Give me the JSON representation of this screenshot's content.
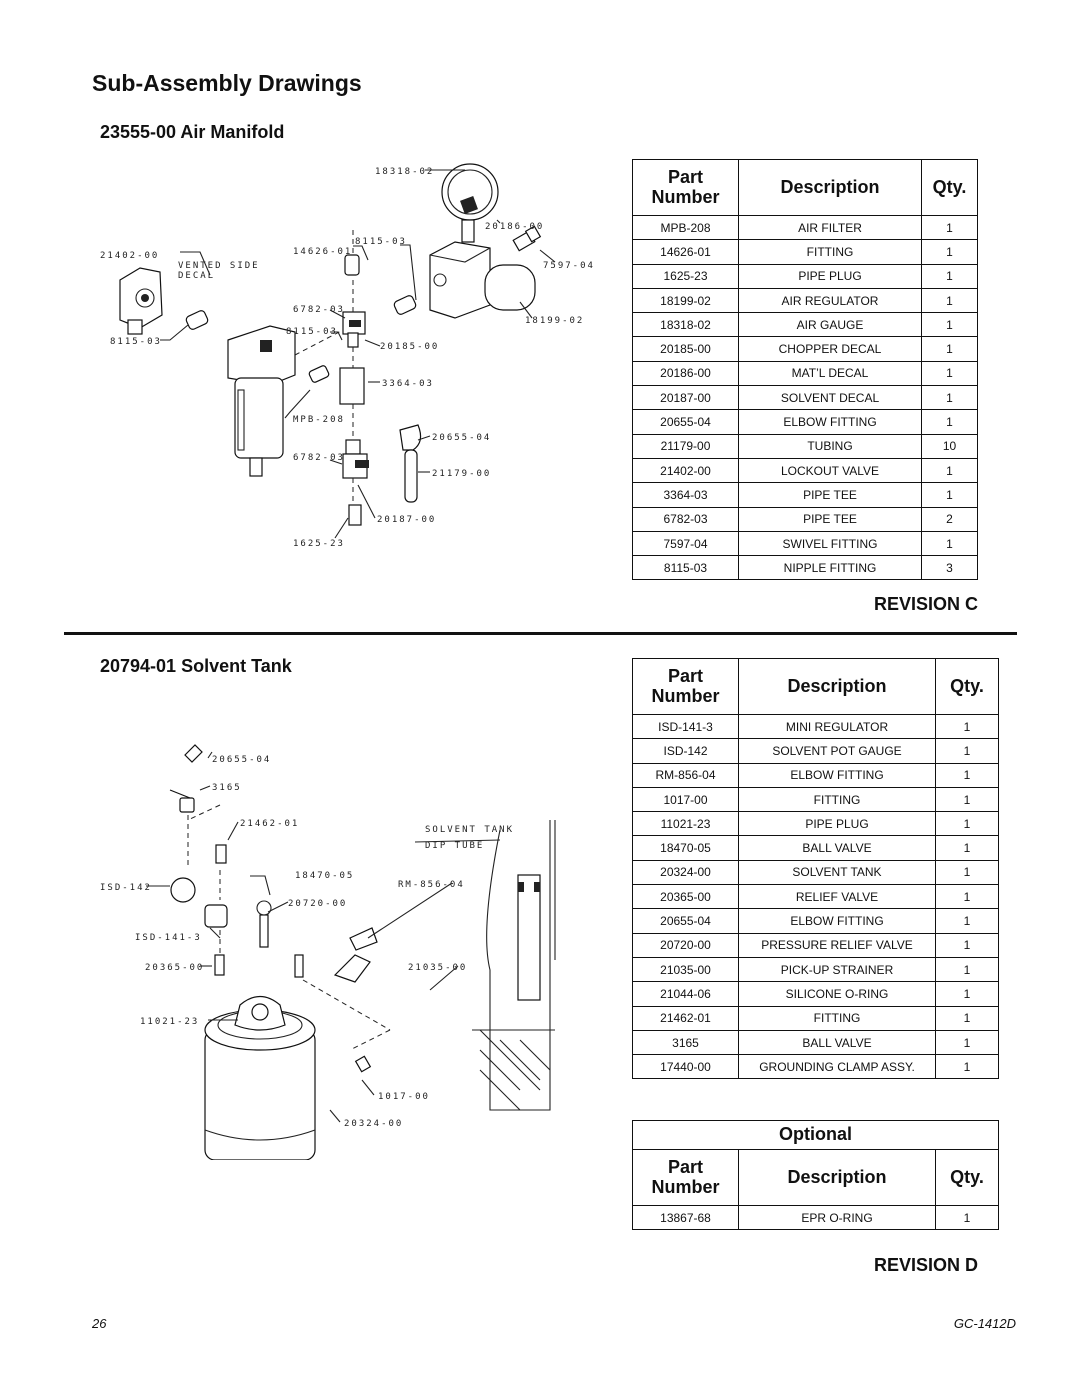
{
  "page_title": "Sub-Assembly Drawings",
  "section1": {
    "title": "23555-00 Air Manifold",
    "callouts": [
      "18318-02",
      "20186-00",
      "21402-00",
      "VENTED SIDE",
      "DECAL",
      "8115-03",
      "14626-01",
      "7597-04",
      "6782-03",
      "8115-03",
      "18199-02",
      "20185-00",
      "8115-03",
      "3364-03",
      "MPB-208",
      "20655-04",
      "6782-03",
      "21179-00",
      "20187-00",
      "1625-23"
    ],
    "table": {
      "headers": {
        "part_line1": "Part",
        "part_line2": "Number",
        "description": "Description",
        "qty": "Qty."
      },
      "rows": [
        [
          "MPB-208",
          "AIR FILTER",
          "1"
        ],
        [
          "14626-01",
          "FITTING",
          "1"
        ],
        [
          "1625-23",
          "PIPE PLUG",
          "1"
        ],
        [
          "18199-02",
          "AIR REGULATOR",
          "1"
        ],
        [
          "18318-02",
          "AIR GAUGE",
          "1"
        ],
        [
          "20185-00",
          "CHOPPER DECAL",
          "1"
        ],
        [
          "20186-00",
          "MAT’L DECAL",
          "1"
        ],
        [
          "20187-00",
          "SOLVENT DECAL",
          "1"
        ],
        [
          "20655-04",
          "ELBOW FITTING",
          "1"
        ],
        [
          "21179-00",
          "TUBING",
          "10"
        ],
        [
          "21402-00",
          "LOCKOUT VALVE",
          "1"
        ],
        [
          "3364-03",
          "PIPE TEE",
          "1"
        ],
        [
          "6782-03",
          "PIPE TEE",
          "2"
        ],
        [
          "7597-04",
          "SWIVEL FITTING",
          "1"
        ],
        [
          "8115-03",
          "NIPPLE FITTING",
          "3"
        ]
      ]
    },
    "revision": "REVISION C"
  },
  "section2": {
    "title": "20794-01 Solvent Tank",
    "callouts": [
      "20655-04",
      "3165",
      "21462-01",
      "SOLVENT TANK",
      "DIP TUBE",
      "18470-05",
      "RM-856-04",
      "ISD-142",
      "20720-00",
      "ISD-141-3",
      "20365-00",
      "21035-00",
      "11021-23",
      "1017-00",
      "20324-00"
    ],
    "table": {
      "headers": {
        "part_line1": "Part",
        "part_line2": "Number",
        "description": "Description",
        "qty": "Qty."
      },
      "rows": [
        [
          "ISD-141-3",
          "MINI REGULATOR",
          "1"
        ],
        [
          "ISD-142",
          "SOLVENT POT GAUGE",
          "1"
        ],
        [
          "RM-856-04",
          "ELBOW FITTING",
          "1"
        ],
        [
          "1017-00",
          "FITTING",
          "1"
        ],
        [
          "11021-23",
          "PIPE PLUG",
          "1"
        ],
        [
          "18470-05",
          "BALL VALVE",
          "1"
        ],
        [
          "20324-00",
          "SOLVENT TANK",
          "1"
        ],
        [
          "20365-00",
          "RELIEF VALVE",
          "1"
        ],
        [
          "20655-04",
          "ELBOW FITTING",
          "1"
        ],
        [
          "20720-00",
          "PRESSURE RELIEF VALVE",
          "1"
        ],
        [
          "21035-00",
          "PICK-UP STRAINER",
          "1"
        ],
        [
          "21044-06",
          "SILICONE O-RING",
          "1"
        ],
        [
          "21462-01",
          "FITTING",
          "1"
        ],
        [
          "3165",
          "BALL VALVE",
          "1"
        ],
        [
          "17440-00",
          "GROUNDING CLAMP ASSY.",
          "1"
        ]
      ]
    },
    "optional": {
      "title": "Optional",
      "headers": {
        "part_line1": "Part",
        "part_line2": "Number",
        "description": "Description",
        "qty": "Qty."
      },
      "rows": [
        [
          "13867-68",
          "EPR O-RING",
          "1"
        ]
      ]
    },
    "revision": "REVISION D"
  },
  "footer": {
    "page_number": "26",
    "doc_code": "GC-1412D"
  }
}
